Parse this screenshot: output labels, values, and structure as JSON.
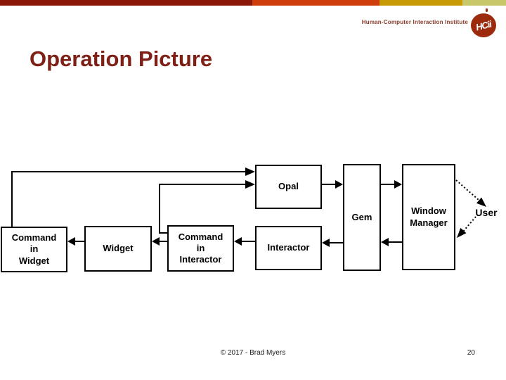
{
  "header": {
    "institute": "Human-Computer Interaction Institute",
    "logo_text": "HCii"
  },
  "title": "Operation Picture",
  "diagram": {
    "boxes": {
      "command_in_widget": "Command\nin\nWidget",
      "widget": "Widget",
      "command_in_interactor": "Command\nin\nInteractor",
      "opal": "Opal",
      "interactor": "Interactor",
      "gem": "Gem",
      "window_manager": "Window\nManager",
      "user": "User"
    },
    "edges": [
      {
        "from": "command_in_widget",
        "to": "opal",
        "style": "solid"
      },
      {
        "from": "command_in_interactor",
        "to": "opal",
        "style": "solid"
      },
      {
        "from": "opal",
        "to": "gem",
        "style": "solid"
      },
      {
        "from": "gem",
        "to": "window_manager",
        "style": "solid"
      },
      {
        "from": "window_manager",
        "to": "gem",
        "style": "solid"
      },
      {
        "from": "gem",
        "to": "interactor",
        "style": "solid"
      },
      {
        "from": "interactor",
        "to": "command_in_interactor",
        "style": "solid"
      },
      {
        "from": "command_in_interactor",
        "to": "widget",
        "style": "solid"
      },
      {
        "from": "widget",
        "to": "command_in_widget",
        "style": "solid"
      },
      {
        "from": "window_manager",
        "to": "user",
        "style": "dashed"
      },
      {
        "from": "user",
        "to": "window_manager",
        "style": "dashed"
      }
    ]
  },
  "footer": {
    "credit": "© 2017 - Brad Myers",
    "page_number": "20"
  },
  "colors": {
    "bar_maroon": "#8a1708",
    "bar_orange": "#cf3d0c",
    "bar_gold": "#c79a06",
    "bar_olive": "#c8c86a",
    "title_red": "#7e2016",
    "logo_red": "#9c2a0d"
  }
}
